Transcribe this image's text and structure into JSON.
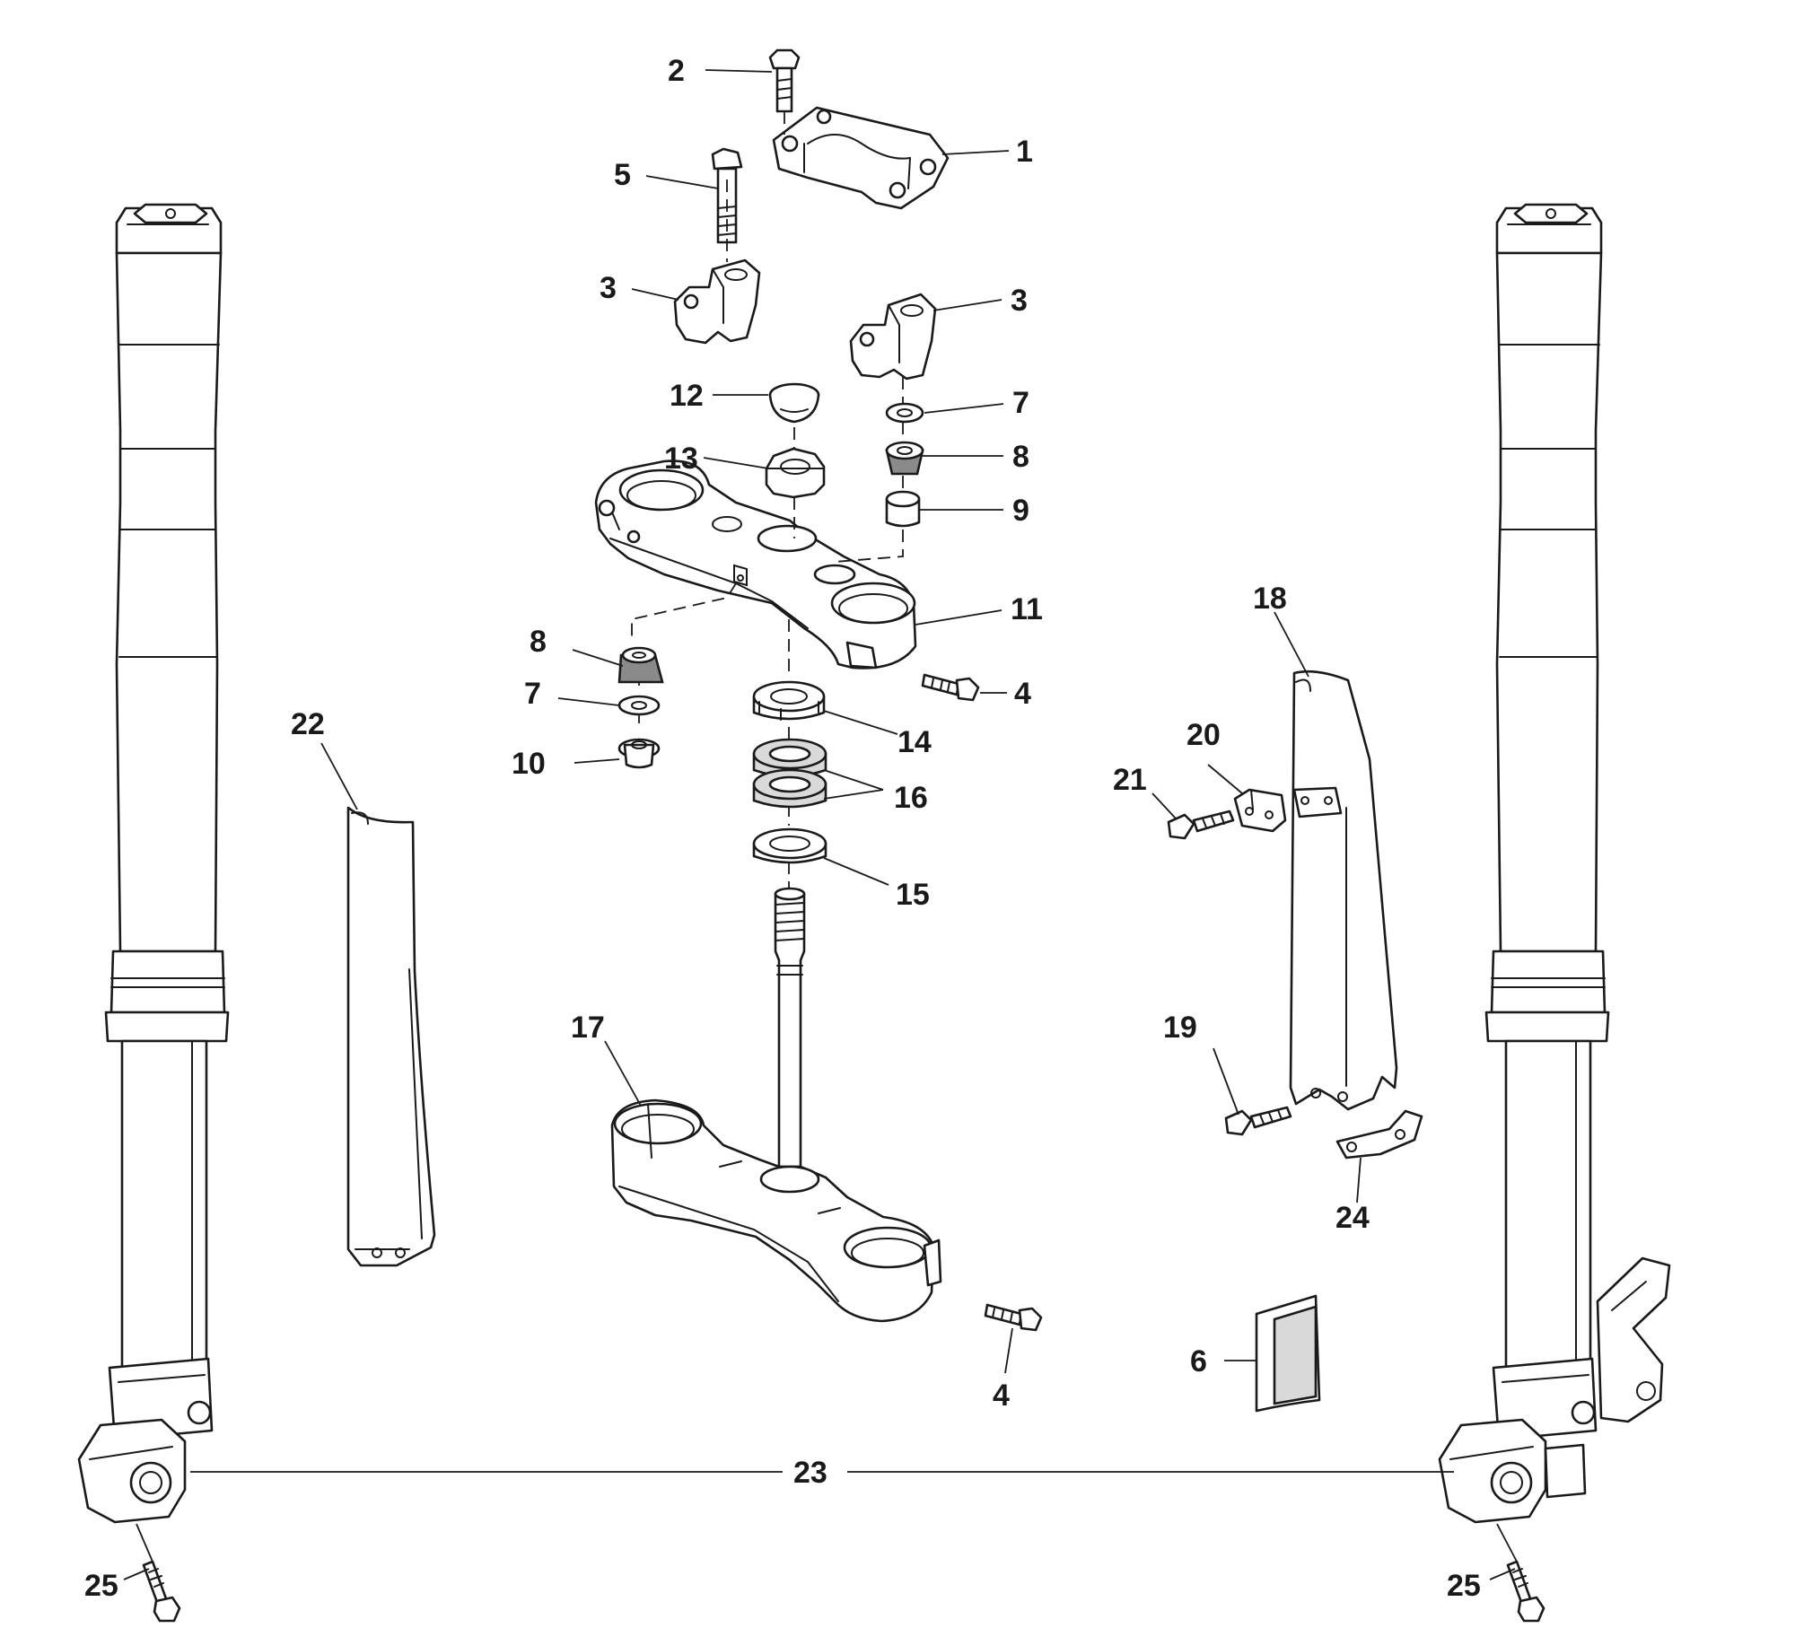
{
  "diagram": {
    "callouts": {
      "c1": "1",
      "c2": "2",
      "c3a": "3",
      "c3b": "3",
      "c4a": "4",
      "c4b": "4",
      "c5": "5",
      "c6": "6",
      "c7a": "7",
      "c7b": "7",
      "c8a": "8",
      "c8b": "8",
      "c9": "9",
      "c10": "10",
      "c11": "11",
      "c12": "12",
      "c13": "13",
      "c14": "14",
      "c15": "15",
      "c16": "16",
      "c17": "17",
      "c18": "18",
      "c19": "19",
      "c20": "20",
      "c21": "21",
      "c22": "22",
      "c23": "23",
      "c24": "24",
      "c25a": "25",
      "c25b": "25"
    },
    "parts": [
      {
        "ref": "1",
        "name": "handlebar-clamp-top"
      },
      {
        "ref": "2",
        "name": "clamp-bolt"
      },
      {
        "ref": "3",
        "name": "handlebar-riser"
      },
      {
        "ref": "4",
        "name": "pinch-bolt"
      },
      {
        "ref": "5",
        "name": "riser-bolt"
      },
      {
        "ref": "6",
        "name": "decal-pad"
      },
      {
        "ref": "7",
        "name": "washer"
      },
      {
        "ref": "8",
        "name": "rubber-bushing"
      },
      {
        "ref": "9",
        "name": "spacer"
      },
      {
        "ref": "10",
        "name": "flange-nut"
      },
      {
        "ref": "11",
        "name": "upper-triple-clamp"
      },
      {
        "ref": "12",
        "name": "cap-plug"
      },
      {
        "ref": "13",
        "name": "stem-nut"
      },
      {
        "ref": "14",
        "name": "adjusting-ring-nut"
      },
      {
        "ref": "15",
        "name": "dust-seal"
      },
      {
        "ref": "16",
        "name": "steering-bearing"
      },
      {
        "ref": "17",
        "name": "lower-triple-clamp-and-stem"
      },
      {
        "ref": "18",
        "name": "right-fork-guard"
      },
      {
        "ref": "19",
        "name": "guard-bolt"
      },
      {
        "ref": "20",
        "name": "hose-clamp-bracket"
      },
      {
        "ref": "21",
        "name": "bracket-bolt"
      },
      {
        "ref": "22",
        "name": "left-fork-guard"
      },
      {
        "ref": "23",
        "name": "fork-leg"
      },
      {
        "ref": "24",
        "name": "brake-hose-guide"
      },
      {
        "ref": "25",
        "name": "axle-pinch-bolt"
      }
    ]
  }
}
